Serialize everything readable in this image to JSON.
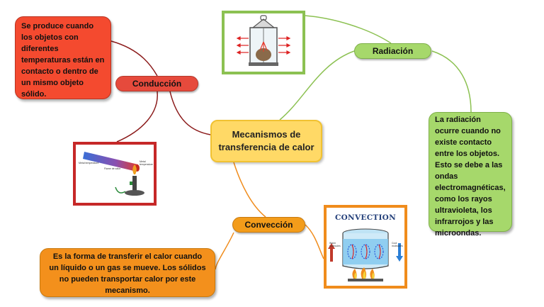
{
  "center": {
    "title": "Mecanismos de transferencia de calor"
  },
  "conduccion": {
    "label": "Conducción",
    "description": "Se produce cuando los objetos con diferentes temperaturas están en contacto o dentro de un mismo objeto sólido.",
    "image_labels": [
      "Metal temperature",
      "Metal temperature",
      "Flame de calor"
    ]
  },
  "radiacion": {
    "label": "Radiación",
    "description": "La radiación ocurre cuando no existe contacto entre los objetos. Esto se debe a las ondas electromagnéticas, como los rayos ultravioleta, los infrarrojos y las microondas."
  },
  "conveccion": {
    "label": "Convección",
    "description": "Es la forma de transferir el calor cuando un líquido o un gas se mueve. Los sólidos no pueden transportar calor por este mecanismo.",
    "image_title": "CONVECTION",
    "image_labels": [
      "Warm molecules",
      "Cool molecules"
    ]
  },
  "colors": {
    "conduccion": "#e64a3c",
    "radiacion": "#a6d86b",
    "conveccion": "#f39c1a",
    "center": "#ffd966"
  }
}
